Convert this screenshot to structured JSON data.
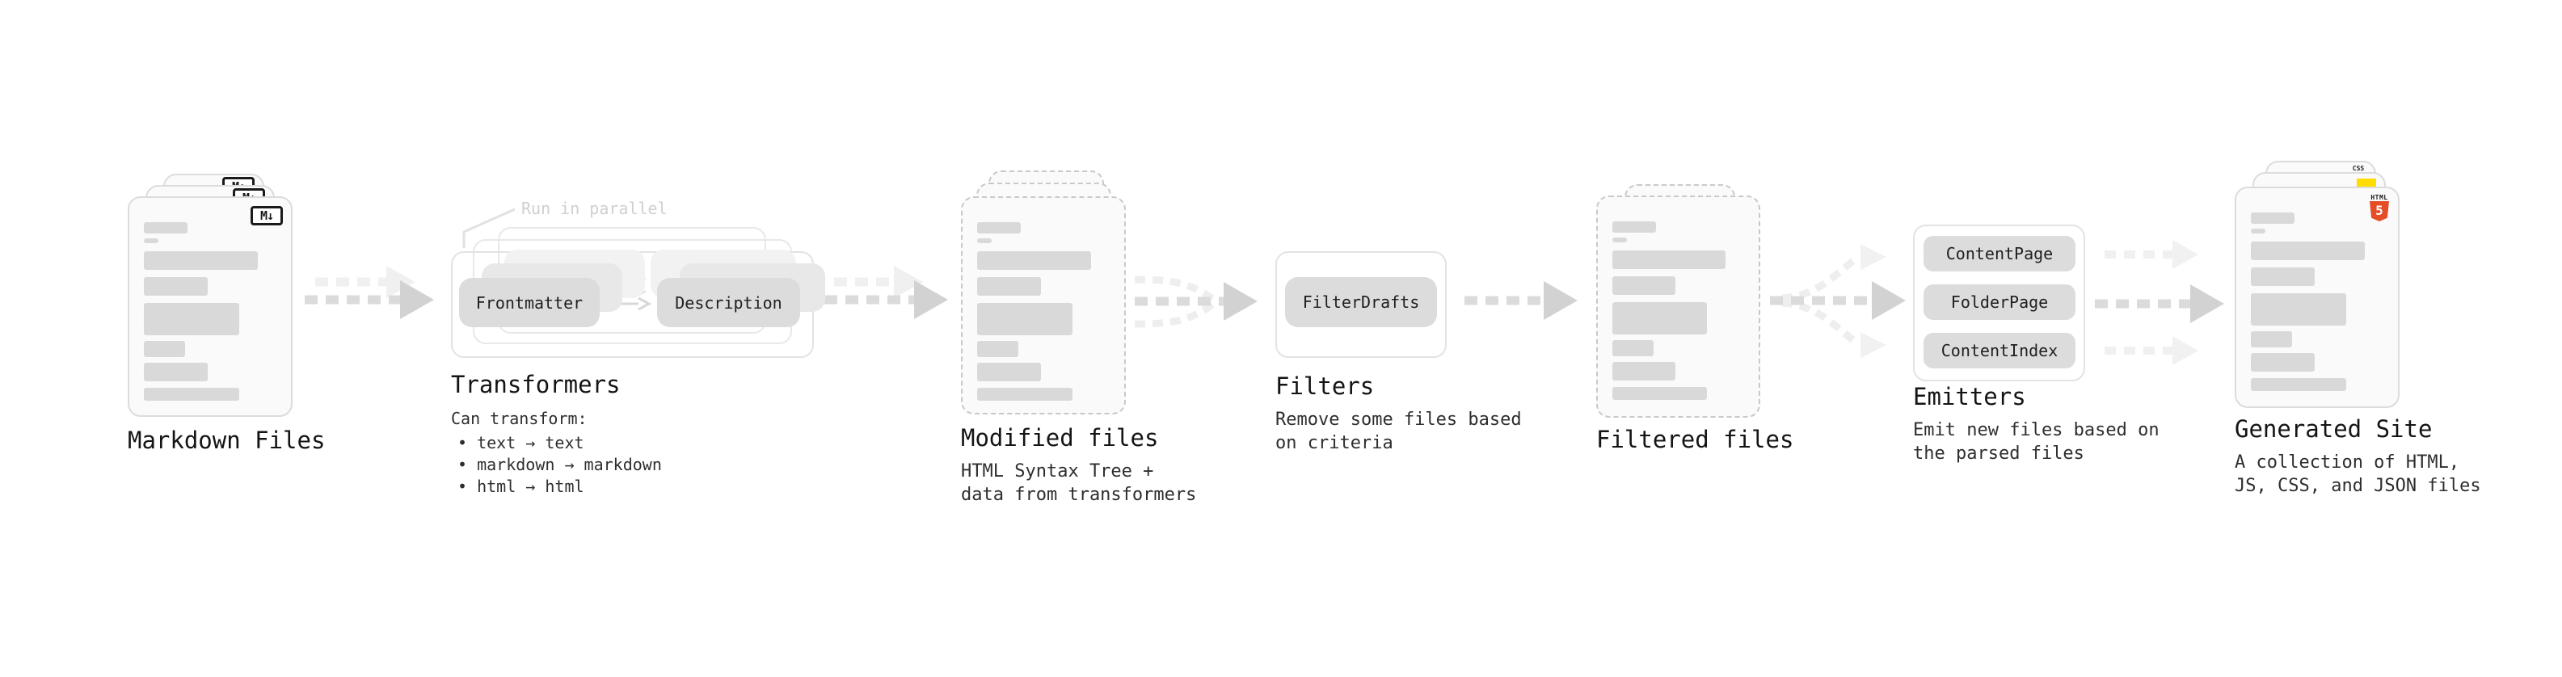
{
  "nodes": {
    "markdown_files": {
      "title": "Markdown Files",
      "icon_label": "M↓"
    },
    "transformers": {
      "title": "Transformers",
      "note": "Run in parallel",
      "pills": {
        "source": "Frontmatter",
        "target": "Description"
      },
      "subtitle": "Can transform:",
      "bullets": [
        "• text → text",
        "• markdown → markdown",
        "• html → html"
      ]
    },
    "modified_files": {
      "title": "Modified files",
      "caption": "HTML Syntax Tree +\ndata from transformers"
    },
    "filters": {
      "title": "Filters",
      "pill": "FilterDrafts",
      "caption": "Remove some files based\non criteria"
    },
    "filtered_files": {
      "title": "Filtered files"
    },
    "emitters": {
      "title": "Emitters",
      "pills": [
        "ContentPage",
        "FolderPage",
        "ContentIndex"
      ],
      "caption": "Emit new files based on\nthe parsed files"
    },
    "generated_site": {
      "title": "Generated Site",
      "caption": "A collection of HTML,\nJS, CSS, and JSON files",
      "file_icons": {
        "html_label": "HTML",
        "html_number": "5",
        "css_label": "CSS"
      }
    }
  },
  "colors": {
    "arrow_dash": "#dbdbdb",
    "arrow_head": "#d2d2d2",
    "arrow_ghost": "#f0f0f0",
    "card_bg": "#fafafa",
    "card_border": "#dcdcdc",
    "dashed_border": "#c9c9c9",
    "placeholder_bar": "#d9d9d9",
    "pill_bg": "#dcdcdc",
    "box_border": "#e3e3e3",
    "title_text": "#141414",
    "caption_text": "#2e2e2e",
    "note_text": "#cfcfcf",
    "html5_orange": "#e44d26",
    "js_yellow": "#ffdd00",
    "css_blue": "#2d5fdd",
    "md_icon": "#1a1a1a"
  }
}
